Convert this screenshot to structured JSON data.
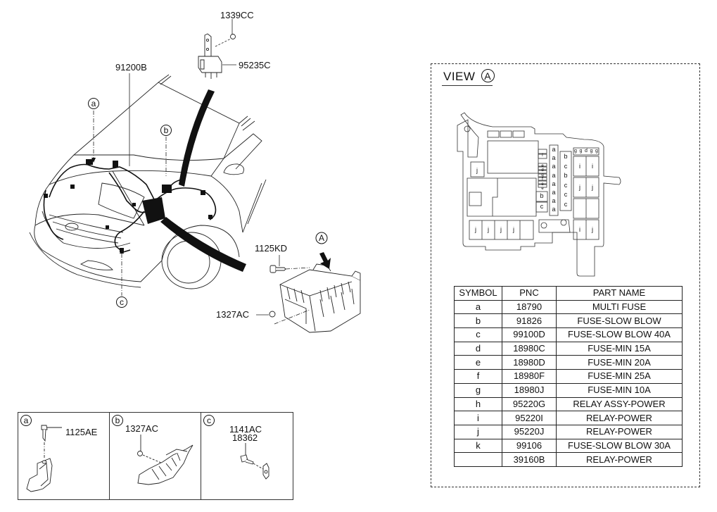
{
  "diagram": {
    "title": "Front wiring harness & engine room fuse/relay box",
    "callouts": {
      "p1339CC": "1339CC",
      "p95235C": "95235C",
      "p91200B": "91200B",
      "p1125KD": "1125KD",
      "p1327AC": "1327AC"
    },
    "symbols": {
      "a": "a",
      "b": "b",
      "c": "c",
      "A": "A"
    }
  },
  "view": {
    "title": "VIEW",
    "marker": "A",
    "fuse_labels": {
      "top_small": [
        "g",
        "g",
        "d",
        "g",
        "g"
      ],
      "center_a": [
        "a",
        "a",
        "a",
        "a",
        "a",
        "a",
        "a",
        "a"
      ],
      "center_bc": [
        "b",
        "c",
        "b",
        "c",
        "c",
        "c"
      ],
      "left_small": [
        "f",
        "e",
        "d",
        "g",
        "f",
        "e",
        "e"
      ],
      "left_bc": [
        "b",
        "c"
      ],
      "relay_right": [
        "i",
        "i",
        "j",
        "j",
        "",
        "",
        "i",
        "j"
      ],
      "relay_bottom": [
        "j",
        "j",
        "j",
        "j",
        ""
      ],
      "relay_left": "j"
    }
  },
  "parts_table": {
    "headers": [
      "SYMBOL",
      "PNC",
      "PART NAME"
    ],
    "rows": [
      {
        "symbol": "a",
        "pnc": "18790",
        "name": "MULTI FUSE"
      },
      {
        "symbol": "b",
        "pnc": "91826",
        "name": "FUSE-SLOW BLOW"
      },
      {
        "symbol": "c",
        "pnc": "99100D",
        "name": "FUSE-SLOW BLOW 40A"
      },
      {
        "symbol": "d",
        "pnc": "18980C",
        "name": "FUSE-MIN 15A"
      },
      {
        "symbol": "e",
        "pnc": "18980D",
        "name": "FUSE-MIN 20A"
      },
      {
        "symbol": "f",
        "pnc": "18980F",
        "name": "FUSE-MIN 25A"
      },
      {
        "symbol": "g",
        "pnc": "18980J",
        "name": "FUSE-MIN 10A"
      },
      {
        "symbol": "h",
        "pnc": "95220G",
        "name": "RELAY ASSY-POWER"
      },
      {
        "symbol": "i",
        "pnc": "95220I",
        "name": "RELAY-POWER"
      },
      {
        "symbol": "j",
        "pnc": "95220J",
        "name": "RELAY-POWER"
      },
      {
        "symbol": "k",
        "pnc": "99106",
        "name": "FUSE-SLOW BLOW 30A"
      },
      {
        "symbol": "",
        "pnc": "39160B",
        "name": "RELAY-POWER"
      }
    ]
  },
  "details": [
    {
      "symbol": "a",
      "parts": [
        "1125AE"
      ]
    },
    {
      "symbol": "b",
      "parts": [
        "1327AC"
      ]
    },
    {
      "symbol": "c",
      "parts": [
        "1141AC",
        "18362"
      ]
    }
  ]
}
